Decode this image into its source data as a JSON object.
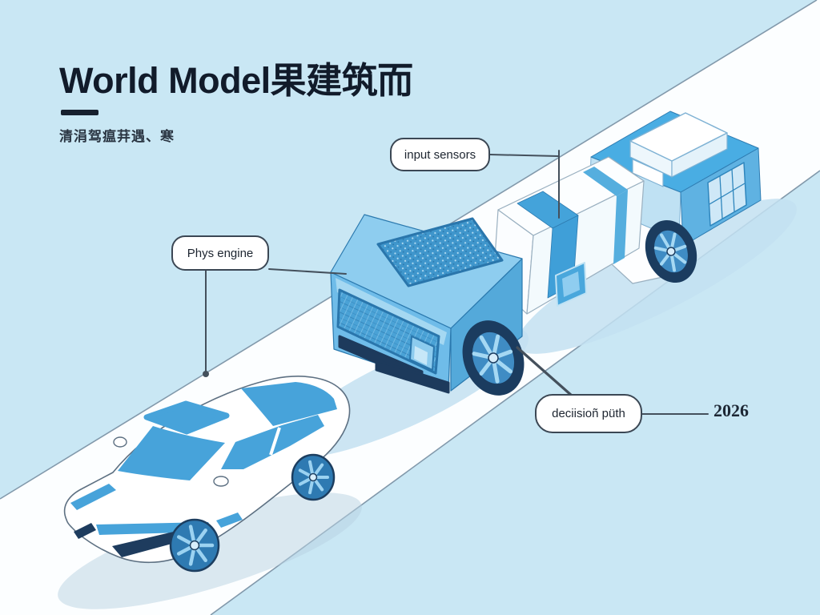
{
  "title": "World Model果建筑而",
  "subtitle": "清涓驾瘟荓遇、寒",
  "callouts": {
    "input_sensors": "input sensors",
    "phys_engine": "Phys engine",
    "decision_path": "deciisioñ püth",
    "year": "2026"
  },
  "colors": {
    "background": "#c9e7f4",
    "road": "#fcfeff",
    "vehicle_blue": "#6fbce9",
    "accent_blue": "#47a3da",
    "dark_navy": "#1d3a5c",
    "callout_border": "#3b4754",
    "title_text": "#111b2a"
  }
}
